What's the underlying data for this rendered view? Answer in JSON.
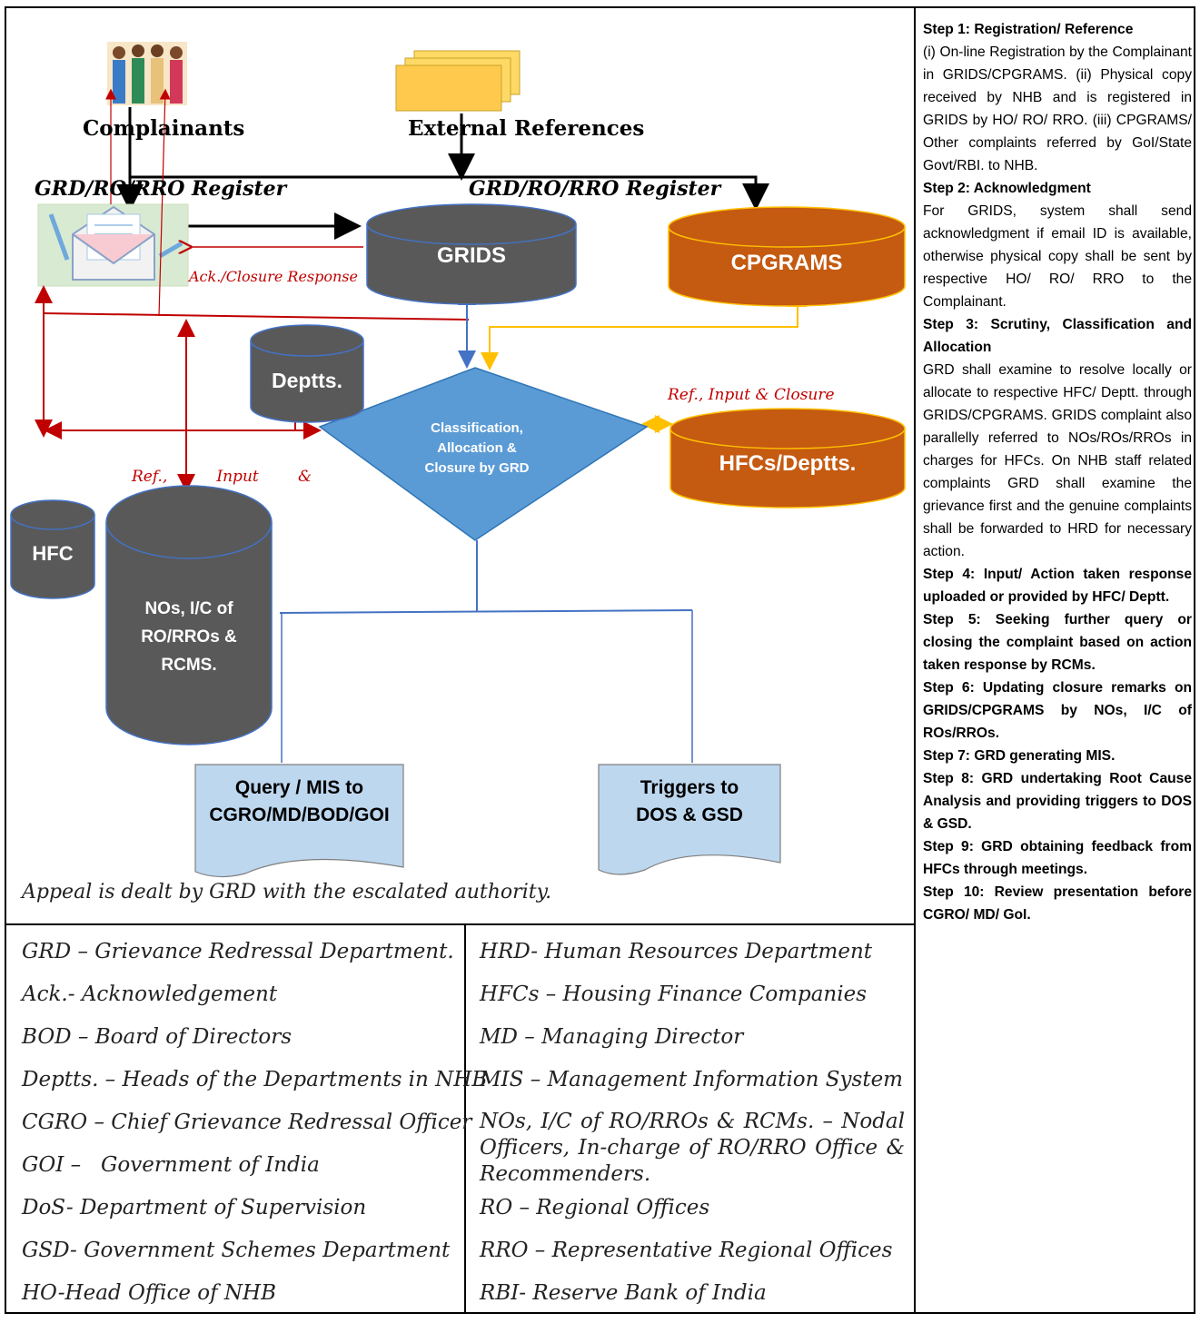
{
  "diagram": {
    "complainants_label": "Complainants",
    "external_label": "External References",
    "register_label_left": "GRD/RO/RRO Register",
    "register_label_right": "GRD/RO/RRO Register",
    "ack_label": "Ack./Closure Response",
    "grids": "GRIDS",
    "cpgrams": "CPGRAMS",
    "deptts": "Deptts.",
    "classification": [
      "Classification,",
      "Allocation &",
      "Closure by GRD"
    ],
    "hfcs_deptts": "HFCs/Deptts.",
    "hfc": "HFC",
    "nos": [
      "NOs, I/C of",
      "RO/RROs &",
      "RCMS."
    ],
    "ref_input_closure": "Ref., Input & Closure",
    "ref_input_left": "Ref.,          Input        &",
    "query_box": [
      "Query / MIS to",
      "CGRO/MD/BOD/GOI"
    ],
    "triggers_box": [
      "Triggers to",
      "DOS & GSD"
    ],
    "appeal": "Appeal is dealt by GRD with the escalated authority.",
    "colors": {
      "dark_cyl": "#595959",
      "orange_cyl": "#C55A11",
      "diamond": "#5B9BD5",
      "red_arrow": "#C00000",
      "yellow_arrow": "#FFC000",
      "blue_arrow": "#4472C4",
      "doc_box": "#BDD7EE"
    }
  },
  "glossary_left": [
    "GRD – Grievance Redressal Department.",
    "Ack.- Acknowledgement",
    "BOD – Board of Directors",
    "Deptts. – Heads of the Departments in NHB",
    "CGRO – Chief Grievance Redressal Officer",
    "GOI –   Government of India",
    "DoS- Department of Supervision",
    "GSD- Government Schemes Department",
    "HO-Head Office of NHB"
  ],
  "glossary_right": [
    "HRD- Human Resources Department",
    "HFCs – Housing Finance Companies",
    "MD – Managing Director",
    "MIS – Management Information System",
    "NOs, I/C of RO/RROs & RCMs. – Nodal Officers, In-charge of RO/RRO Office & Recommenders.",
    "RO – Regional Offices",
    "RRO – Representative Regional Offices",
    "RBI- Reserve Bank of India"
  ],
  "steps": [
    {
      "head": "Step 1: Registration/ Reference",
      "body": "(i) On-line Registration by the Complainant in GRIDS/CPGRAMS. (ii) Physical copy received by NHB and is registered in GRIDS by HO/ RO/ RRO. (iii) CPGRAMS/ Other complaints referred by GoI/State Govt/RBI. to NHB."
    },
    {
      "head": "Step 2: Acknowledgment",
      "body": "For GRIDS, system shall send acknowledgment if email ID is available, otherwise physical copy shall be sent by respective HO/ RO/ RRO to the Complainant."
    },
    {
      "head": "Step 3: Scrutiny, Classification and Allocation",
      "body": "GRD shall examine to resolve locally or allocate to respective HFC/ Deptt. through GRIDS/CPGRAMS. GRIDS complaint also parallelly referred to NOs/ROs/RROs in charges for HFCs. On NHB staff related complaints GRD shall examine the grievance first and the genuine complaints shall be forwarded to HRD for necessary action."
    },
    {
      "head": "Step 4: Input/ Action taken response uploaded or provided by HFC/ Deptt.",
      "body": ""
    },
    {
      "head": "Step 5: Seeking further query or closing the complaint based on action taken response by RCMs.",
      "body": ""
    },
    {
      "head": "Step 6: Updating closure remarks on GRIDS/CPGRAMS by NOs, I/C of ROs/RROs.",
      "body": ""
    },
    {
      "head": "Step 7: GRD generating MIS.",
      "body": ""
    },
    {
      "head": "Step 8: GRD undertaking Root Cause Analysis and providing triggers to DOS & GSD.",
      "body": ""
    },
    {
      "head": "Step 9: GRD obtaining feedback from HFCs through meetings.",
      "body": ""
    },
    {
      "head": "Step 10: Review presentation before CGRO/ MD/ GoI.",
      "body": ""
    }
  ]
}
